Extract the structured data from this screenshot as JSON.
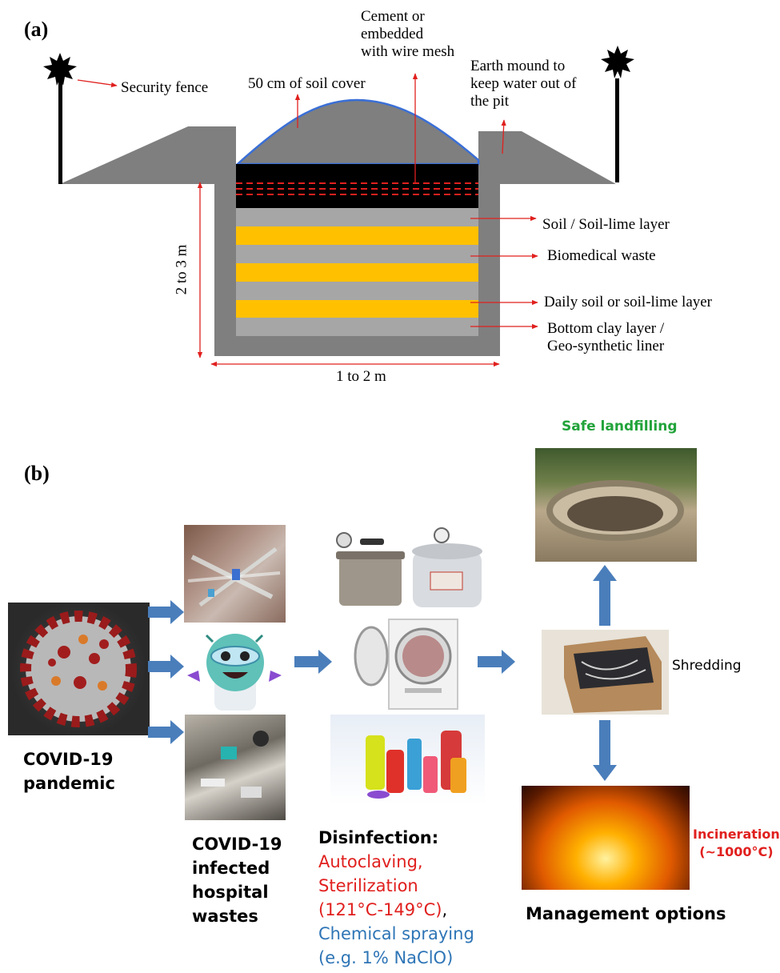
{
  "panel_a": {
    "label": "(a)",
    "security_fence": "Security fence",
    "soil_cover": "50 cm of soil cover",
    "cement_line1": "Cement or",
    "cement_line2": "embedded",
    "cement_line3": "with wire mesh",
    "mound_line1": "Earth mound to",
    "mound_line2": "keep water out of",
    "mound_line3": "the pit",
    "soil_layer": "Soil / Soil-lime layer",
    "biomedical": "Biomedical waste",
    "daily_soil": "Daily soil or soil-lime layer",
    "bottom_line1": "Bottom clay layer /",
    "bottom_line2": "Geo-synthetic liner",
    "depth": "2 to 3 m",
    "width": "1 to 2 m",
    "colors": {
      "earth": "#7f7f7f",
      "cover_outline": "#3a6fd6",
      "waste": "#ffc000",
      "soil": "#a6a6a6",
      "cement": "#000000",
      "mesh": "#e0201e"
    }
  },
  "panel_b": {
    "label": "(b)",
    "covid_line1": "COVID-19",
    "covid_line2": "pandemic",
    "infected_line1": "COVID-19",
    "infected_line2": "infected",
    "infected_line3": "hospital",
    "infected_line4": "wastes",
    "disinfection_title": "Disinfection:",
    "autoclaving": "Autoclaving,",
    "sterilization": "Sterilization",
    "temp_range": "(121°C-149°C)",
    "comma": ",",
    "chemical": "Chemical spraying",
    "naclo": "(e.g. 1% NaClO)",
    "safe_landfilling": "Safe landfilling",
    "shredding": "Shredding",
    "incineration_line1": "Incineration",
    "incineration_line2": "(~1000°C)",
    "management": "Management options",
    "colors": {
      "arrow": "#4a7ebb",
      "red_text": "#e0201e",
      "blue_text": "#2e75b6",
      "green_text": "#22a33a"
    }
  }
}
